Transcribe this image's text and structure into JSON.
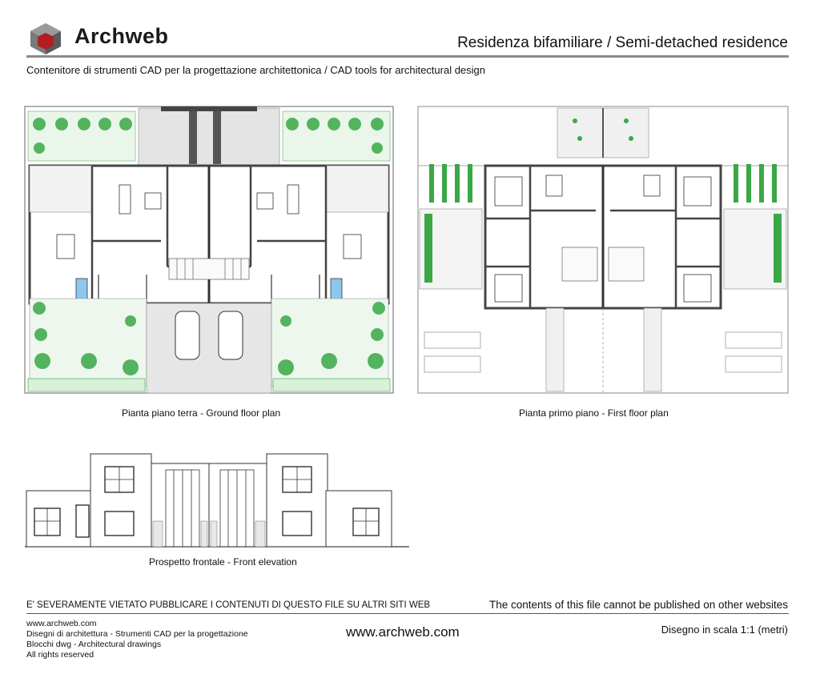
{
  "header": {
    "brand": "Archweb",
    "title": "Residenza bifamiliare  /  Semi-detached residence",
    "subtitle": "Contenitore di strumenti CAD per la progettazione architettonica  /  CAD tools for architectural design"
  },
  "drawings": {
    "ground_floor_caption": "Pianta piano terra - Ground floor plan",
    "first_floor_caption": "Pianta primo piano - First floor plan",
    "front_elevation_caption": "Prospetto frontale - Front elevation"
  },
  "footer": {
    "warning_it": "E' SEVERAMENTE VIETATO PUBBLICARE I CONTENUTI DI QUESTO FILE SU ALTRI SITI WEB",
    "warning_en": "The contents of this file cannot be published on other websites",
    "line1": "www.archweb.com",
    "line2": "Disegni di architettura - Strumenti CAD  per la progettazione",
    "line3": "Blocchi dwg - Architectural drawings",
    "line4": "All rights reserved",
    "url": "www.archweb.com",
    "scale": "Disegno in scala 1:1 (metri)"
  },
  "colors": {
    "logo_red": "#b01e23",
    "logo_grey": "#6e6e6e",
    "wall": "#555555",
    "garden": "#3aa845",
    "water": "#8ec7ee",
    "paving": "#d8d8d8"
  }
}
